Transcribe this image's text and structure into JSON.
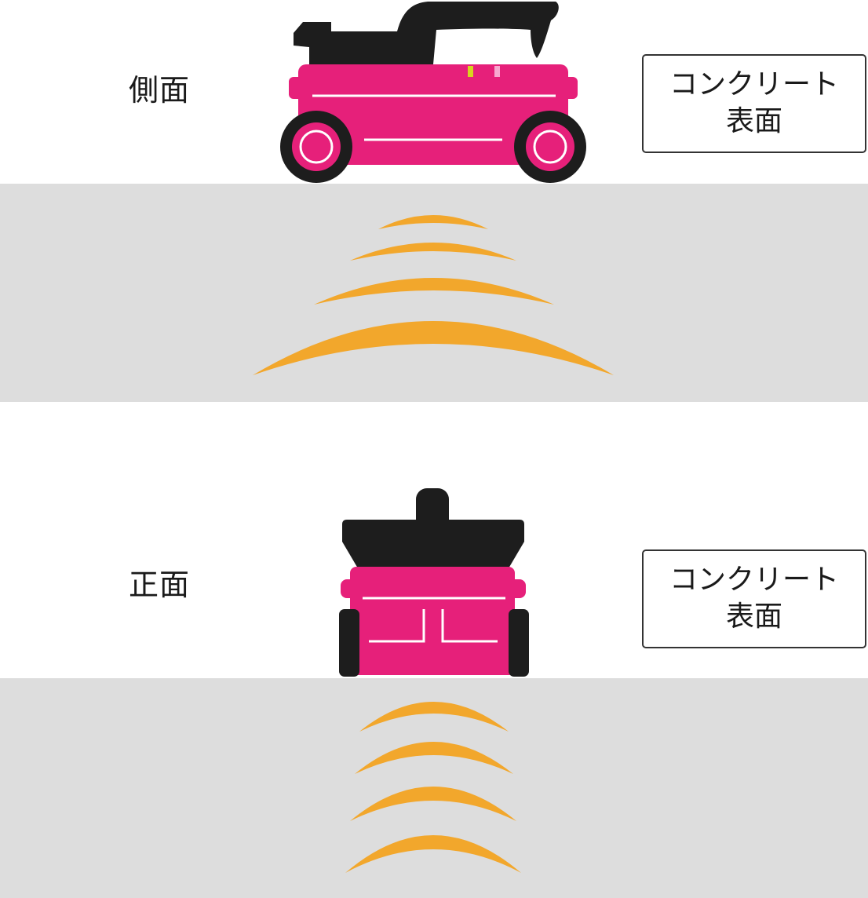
{
  "side_view": {
    "label": "側面",
    "surface_label": "コンクリート\n表面"
  },
  "front_view": {
    "label": "正面",
    "surface_label": "コンクリート\n表面"
  },
  "colors": {
    "device_body": "#e6207a",
    "device_handle": "#1d1d1d",
    "wave": "#f2a72c",
    "concrete": "#dddddd",
    "indicator_yellow": "#d7d41e",
    "indicator_pink": "#f7a8cf"
  },
  "icons": {
    "side_device": "gpr-cart-side-icon",
    "front_device": "gpr-cart-front-icon",
    "waves": "radar-wave-icon"
  }
}
